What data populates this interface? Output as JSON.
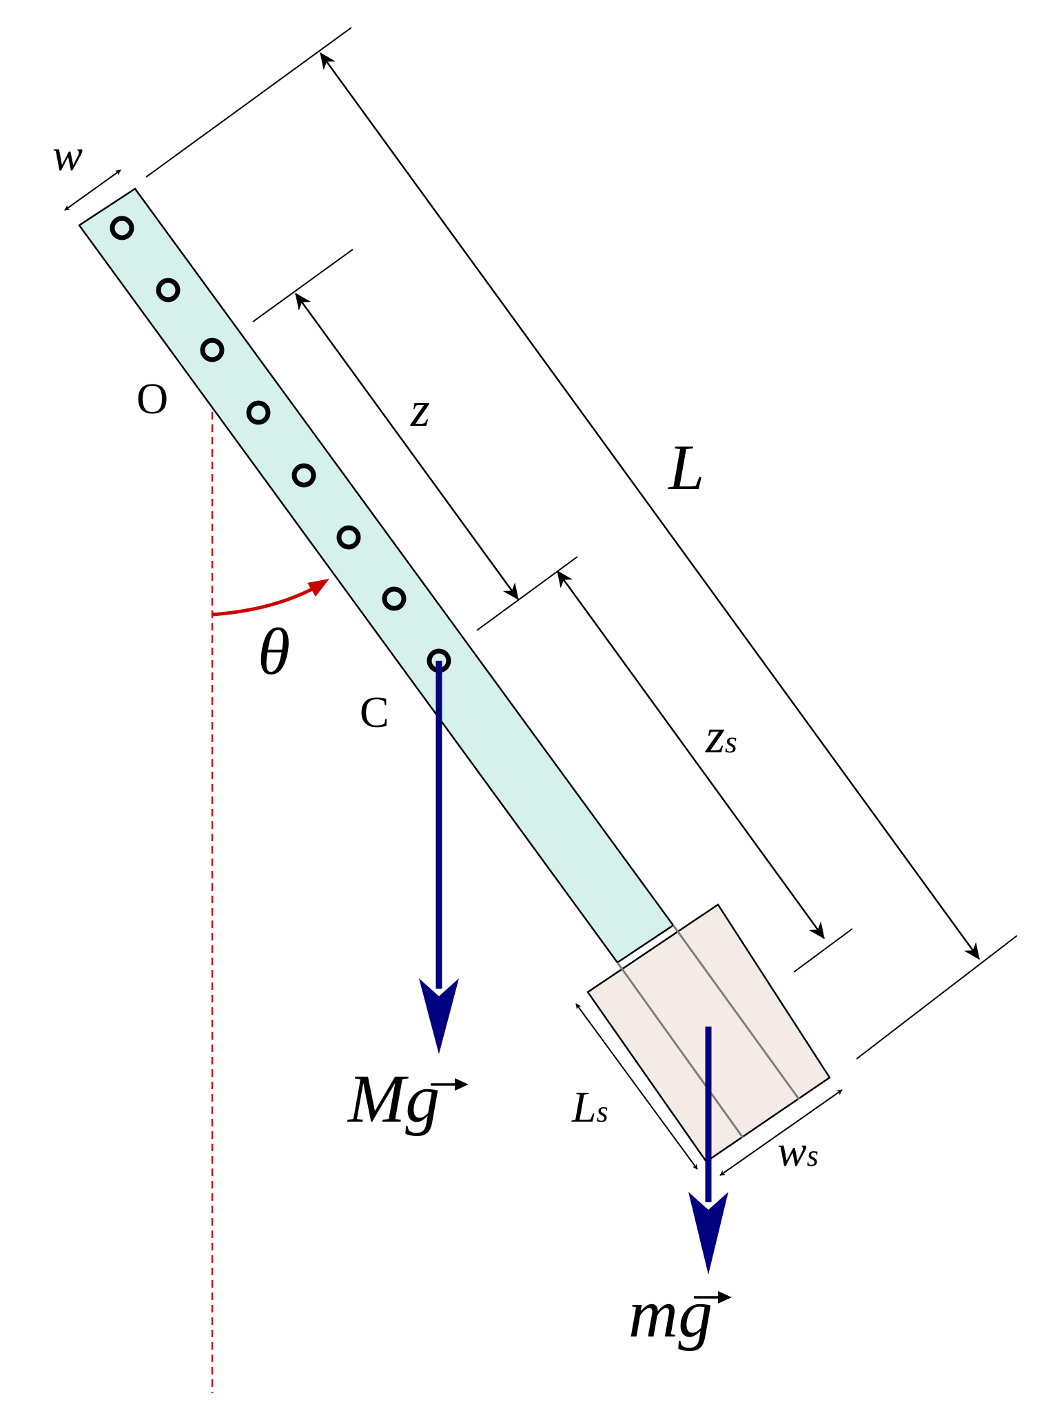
{
  "labels": {
    "w": "w",
    "O": "O",
    "z": "z",
    "L": "L",
    "theta": "θ",
    "C": "C",
    "zs_main": "z",
    "zs_sub": "s",
    "Mg": "Mg",
    "Ls_main": "L",
    "Ls_sub": "s",
    "ws_main": "w",
    "ws_sub": "s",
    "mg": "mg"
  },
  "colors": {
    "rod_fill": "#d6f1ec",
    "block_fill": "#f1e4df",
    "force_arrow": "#000080",
    "angle_arrow": "#cc0000",
    "vertical_line": "#d21414",
    "outline": "#000000"
  },
  "hole_count": 8
}
